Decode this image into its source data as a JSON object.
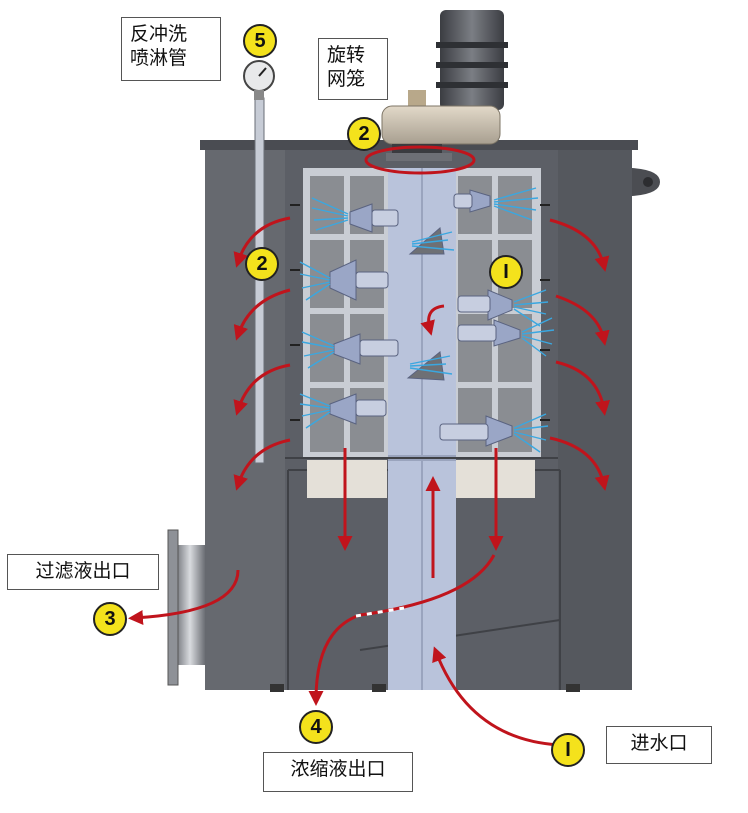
{
  "labels": {
    "backwash": "反冲洗\n喷淋管",
    "rotating_cage": "旋转\n网笼",
    "filtrate_outlet": "过滤液出口",
    "concentrate_outlet": "浓缩液出口",
    "inlet": "进水口"
  },
  "markers": {
    "gauge": "5",
    "top_seal": "2",
    "left_spray": "2",
    "inner_inlet": "I",
    "filtrate": "3",
    "concentrate": "4",
    "inlet": "I"
  },
  "colors": {
    "tank": "#5c5f66",
    "tank_dark": "#45474c",
    "cage_frame": "#c9cdd4",
    "cage_cell": "#8a8d92",
    "tube": "#b9c3db",
    "arrow": "#c0141c",
    "spray": "#3aa7e0",
    "marker": "#f4e21c"
  }
}
